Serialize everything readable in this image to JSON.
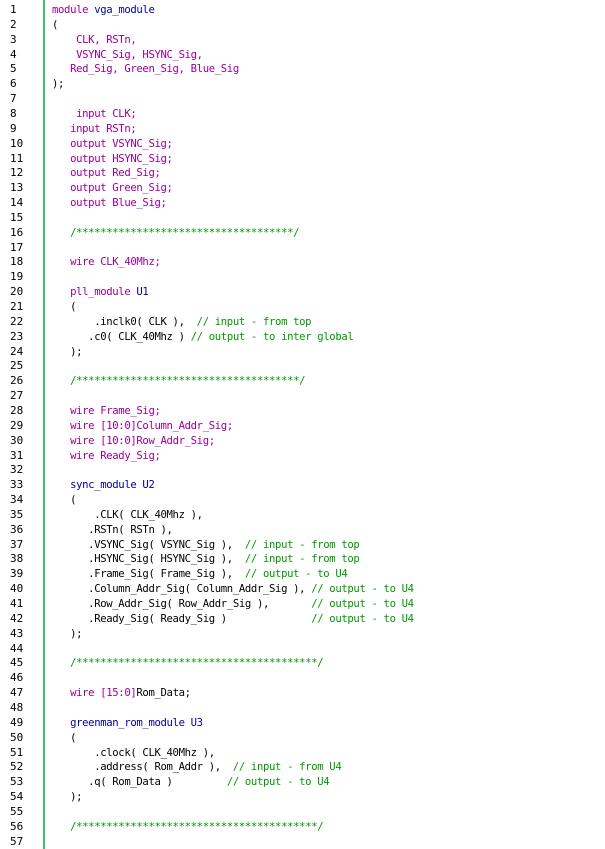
{
  "colors": {
    "kw": "#990099",
    "id": "#000099",
    "cm": "#009900",
    "tx": "#000000",
    "gutter_line": "#3fbf6f"
  },
  "lines": [
    [
      {
        "t": "module ",
        "c": "kw"
      },
      {
        "t": "vga_module",
        "c": "id"
      }
    ],
    [
      {
        "t": "(",
        "c": "tx"
      }
    ],
    [
      {
        "t": "    CLK, RSTn,",
        "c": "kw"
      }
    ],
    [
      {
        "t": "    VSYNC_Sig, HSYNC_Sig,",
        "c": "kw"
      }
    ],
    [
      {
        "t": "   Red_Sig, Green_Sig, Blue_Sig",
        "c": "kw"
      }
    ],
    [
      {
        "t": ");",
        "c": "tx"
      }
    ],
    [],
    [
      {
        "t": "    input CLK;",
        "c": "kw"
      }
    ],
    [
      {
        "t": "   input RSTn;",
        "c": "kw"
      }
    ],
    [
      {
        "t": "   output VSYNC_Sig;",
        "c": "kw"
      }
    ],
    [
      {
        "t": "   output HSYNC_Sig;",
        "c": "kw"
      }
    ],
    [
      {
        "t": "   output Red_Sig;",
        "c": "kw"
      }
    ],
    [
      {
        "t": "   output Green_Sig;",
        "c": "kw"
      }
    ],
    [
      {
        "t": "   output Blue_Sig;",
        "c": "kw"
      }
    ],
    [],
    [
      {
        "t": "   /************************************/",
        "c": "cm"
      }
    ],
    [],
    [
      {
        "t": "   wire CLK_40Mhz;",
        "c": "kw"
      }
    ],
    [],
    [
      {
        "t": "   pll_module ",
        "c": "kw"
      },
      {
        "t": "U1",
        "c": "id"
      }
    ],
    [
      {
        "t": "   (",
        "c": "tx"
      }
    ],
    [
      {
        "t": "       .inclk0( CLK ),  ",
        "c": "tx"
      },
      {
        "t": "// input - from top",
        "c": "cm"
      }
    ],
    [
      {
        "t": "      .c0( CLK_40Mhz ) ",
        "c": "tx"
      },
      {
        "t": "// output - to inter global",
        "c": "cm"
      }
    ],
    [
      {
        "t": "   );",
        "c": "tx"
      }
    ],
    [],
    [
      {
        "t": "   /*************************************/",
        "c": "cm"
      }
    ],
    [],
    [
      {
        "t": "   wire Frame_Sig;",
        "c": "kw"
      }
    ],
    [
      {
        "t": "   wire [10:0]",
        "c": "kw"
      },
      {
        "t": "Column_Addr_Sig;",
        "c": "kw"
      }
    ],
    [
      {
        "t": "   wire [10:0]",
        "c": "kw"
      },
      {
        "t": "Row_Addr_Sig;",
        "c": "kw"
      }
    ],
    [
      {
        "t": "   wire Ready_Sig;",
        "c": "kw"
      }
    ],
    [],
    [
      {
        "t": "   sync_module ",
        "c": "id"
      },
      {
        "t": "U2",
        "c": "id"
      }
    ],
    [
      {
        "t": "   (",
        "c": "tx"
      }
    ],
    [
      {
        "t": "       .CLK( CLK_40Mhz ),",
        "c": "tx"
      }
    ],
    [
      {
        "t": "      .RSTn( RSTn ),",
        "c": "tx"
      }
    ],
    [
      {
        "t": "      .VSYNC_Sig( VSYNC_Sig ),  ",
        "c": "tx"
      },
      {
        "t": "// input - from top",
        "c": "cm"
      }
    ],
    [
      {
        "t": "      .HSYNC_Sig( HSYNC_Sig ),  ",
        "c": "tx"
      },
      {
        "t": "// input - from top",
        "c": "cm"
      }
    ],
    [
      {
        "t": "      .Frame_Sig( Frame_Sig ),  ",
        "c": "tx"
      },
      {
        "t": "// output - to U4",
        "c": "cm"
      }
    ],
    [
      {
        "t": "      .Column_Addr_Sig( Column_Addr_Sig ), ",
        "c": "tx"
      },
      {
        "t": "// output - to U4",
        "c": "cm"
      }
    ],
    [
      {
        "t": "      .Row_Addr_Sig( Row_Addr_Sig ),       ",
        "c": "tx"
      },
      {
        "t": "// output - to U4",
        "c": "cm"
      }
    ],
    [
      {
        "t": "      .Ready_Sig( Ready_Sig )              ",
        "c": "tx"
      },
      {
        "t": "// output - to U4",
        "c": "cm"
      }
    ],
    [
      {
        "t": "   );",
        "c": "tx"
      }
    ],
    [],
    [
      {
        "t": "   /****************************************/",
        "c": "cm"
      }
    ],
    [],
    [
      {
        "t": "   wire [15:0]",
        "c": "kw"
      },
      {
        "t": "Rom_Data;",
        "c": "tx"
      }
    ],
    [],
    [
      {
        "t": "   greenman_rom_module ",
        "c": "id"
      },
      {
        "t": "U3",
        "c": "id"
      }
    ],
    [
      {
        "t": "   (",
        "c": "tx"
      }
    ],
    [
      {
        "t": "       .clock( CLK_40Mhz ),",
        "c": "tx"
      }
    ],
    [
      {
        "t": "       .address( Rom_Addr ),  ",
        "c": "tx"
      },
      {
        "t": "// input - from U4",
        "c": "cm"
      }
    ],
    [
      {
        "t": "      .q( Rom_Data )         ",
        "c": "tx"
      },
      {
        "t": "// output - to U4",
        "c": "cm"
      }
    ],
    [
      {
        "t": "   );",
        "c": "tx"
      }
    ],
    [],
    [
      {
        "t": "   /****************************************/",
        "c": "cm"
      }
    ],
    []
  ]
}
